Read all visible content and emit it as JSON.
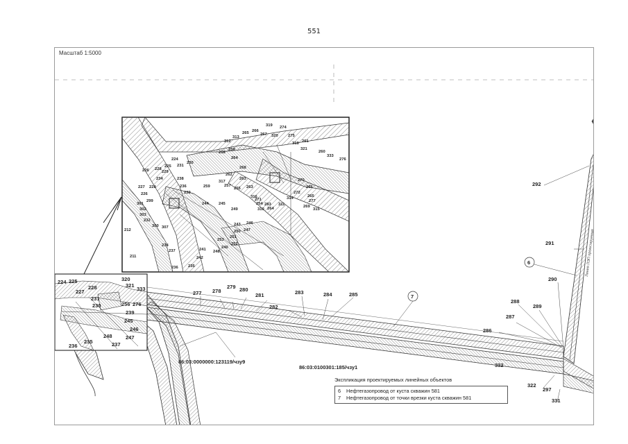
{
  "page_number": "551",
  "scale_label": "Масштаб 1:5000",
  "cadastral": [
    "86:03:0000000:123119/чзу9",
    "86:03:0100301:185/чзу1"
  ],
  "legend": {
    "title": "Экспликация проектируемых линейных объектов",
    "items": [
      {
        "num": "6",
        "text": "Нефтегазопровод от куста скважин 581"
      },
      {
        "num": "7",
        "text": "Нефтегазопровод от точки врезки куста скважин 581"
      }
    ]
  },
  "line_markers": [
    "6",
    "7"
  ],
  "main_labels": [
    "277",
    "278",
    "279",
    "280",
    "281",
    "282",
    "283",
    "284",
    "285",
    "286",
    "287",
    "288",
    "289",
    "290",
    "291",
    "292",
    "297",
    "322",
    "331",
    "332"
  ],
  "small_area_labels": [
    "224",
    "225",
    "227",
    "228",
    "231",
    "230",
    "320",
    "321",
    "333",
    "256",
    "276",
    "239",
    "245",
    "246",
    "247",
    "248",
    "237",
    "235",
    "236"
  ],
  "inset_labels": [
    "319",
    "274",
    "320",
    "275",
    "318",
    "261",
    "321",
    "260",
    "333",
    "276",
    "312",
    "267",
    "266",
    "265",
    "313",
    "259",
    "258",
    "264",
    "268",
    "230",
    "231",
    "228",
    "224",
    "225",
    "226",
    "229",
    "227",
    "228",
    "226",
    "234",
    "238",
    "236",
    "259",
    "239",
    "299",
    "301",
    "302",
    "303",
    "232",
    "212",
    "300",
    "307",
    "234",
    "237",
    "241",
    "242",
    "236",
    "235",
    "244",
    "245",
    "249",
    "243",
    "246",
    "250",
    "247",
    "251",
    "252",
    "253",
    "248",
    "240",
    "211",
    "317",
    "262",
    "263",
    "257",
    "255",
    "254",
    "283",
    "311",
    "264",
    "310",
    "266",
    "265",
    "277",
    "269",
    "315",
    "270",
    "272",
    "314",
    "316",
    "271",
    "263",
    "309",
    "308"
  ],
  "vertical_note": "Линия ЛЭП проектируемая"
}
